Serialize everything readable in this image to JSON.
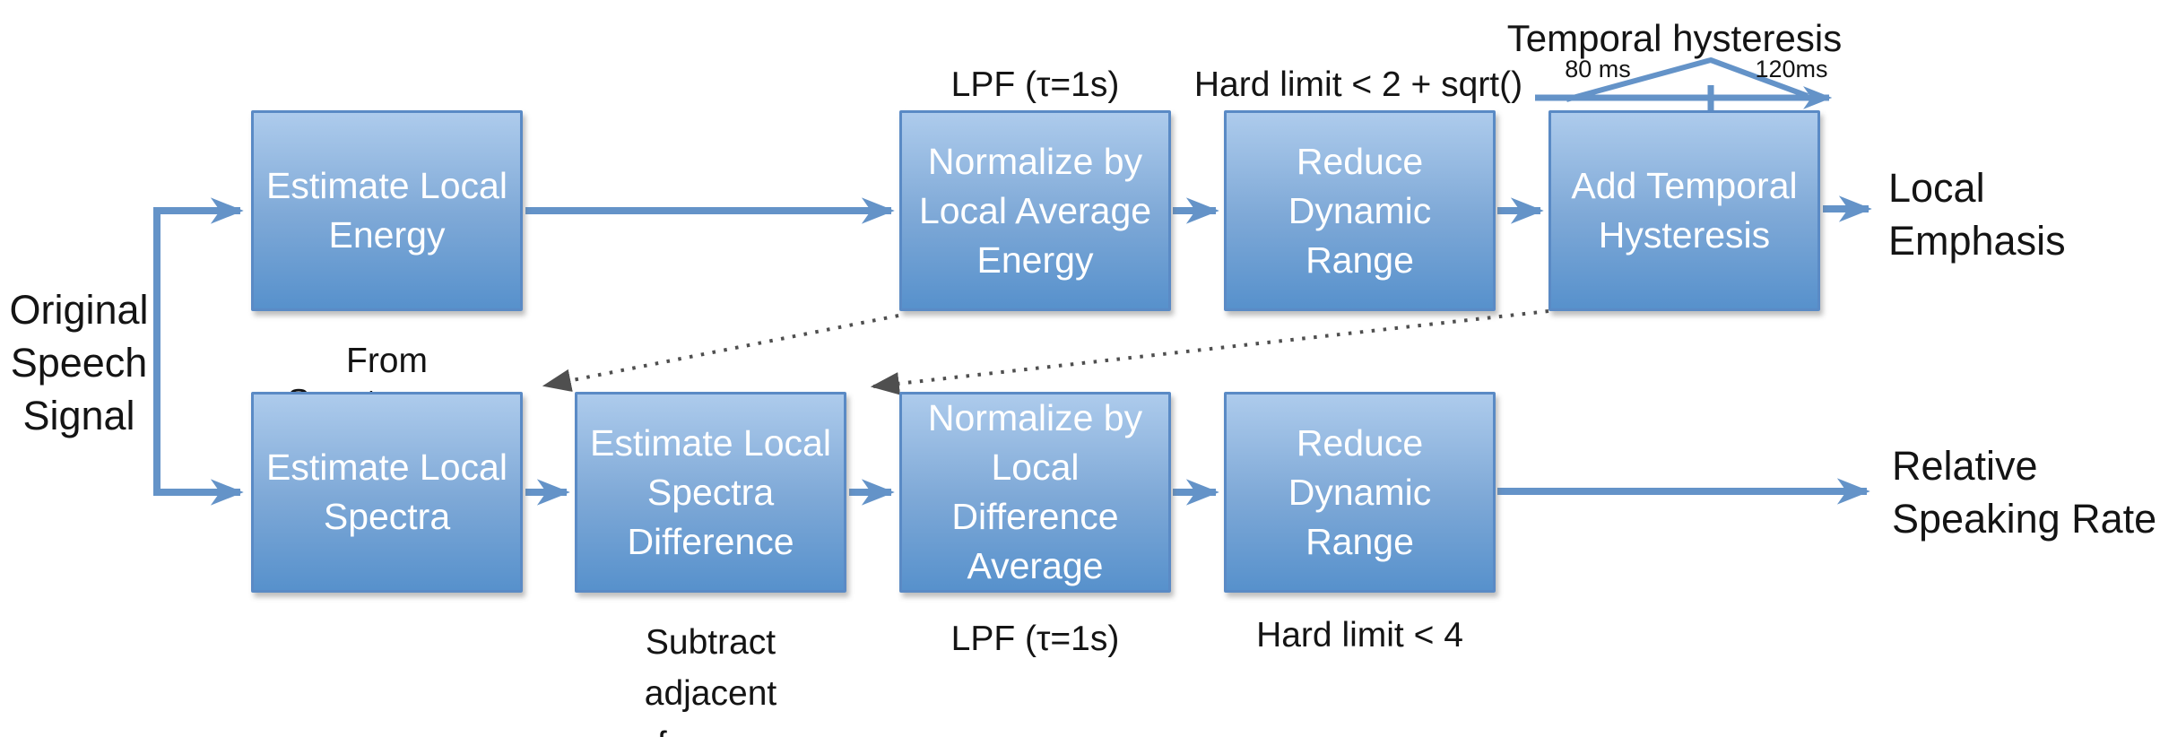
{
  "colors": {
    "box_gradient_top": "#adcbec",
    "box_gradient_mid": "#7fa9d7",
    "box_gradient_bottom": "#5791cc",
    "box_border": "#5a8ac5",
    "arrow_blue": "#6493c8",
    "dotted_gray": "#4f4f4f",
    "box_text": "#ffffff",
    "label_text": "#141414",
    "background": "#ffffff"
  },
  "labels": {
    "input": "Original\nSpeech\nSignal",
    "output_top": "Local\nEmphasis",
    "output_bottom": "Relative\nSpeaking Rate",
    "from_spectrogram": "From Spectrogram",
    "lpf_top": "LPF (τ=1s)",
    "hard_limit_top": "Hard limit < 2 + sqrt()",
    "temporal_hysteresis": "Temporal hysteresis",
    "hysteresis_attack": "80 ms",
    "hysteresis_release": "120ms",
    "subtract_adjacent_frames": "Subtract\nadjacent\nframes",
    "lpf_bottom": "LPF (τ=1s)",
    "hard_limit_bottom": "Hard limit < 4"
  },
  "top_row_boxes": [
    {
      "label": "Estimate Local\nEnergy"
    },
    {
      "label": "Normalize by\nLocal Average\nEnergy"
    },
    {
      "label": "Reduce\nDynamic\nRange"
    },
    {
      "label": "Add Temporal\nHysteresis"
    }
  ],
  "bottom_row_boxes": [
    {
      "label": "Estimate Local\nSpectra"
    },
    {
      "label": "Estimate Local\nSpectra\nDifference"
    },
    {
      "label": "Normalize by\nLocal\nDifference\nAverage"
    },
    {
      "label": "Reduce\nDynamic\nRange"
    }
  ]
}
